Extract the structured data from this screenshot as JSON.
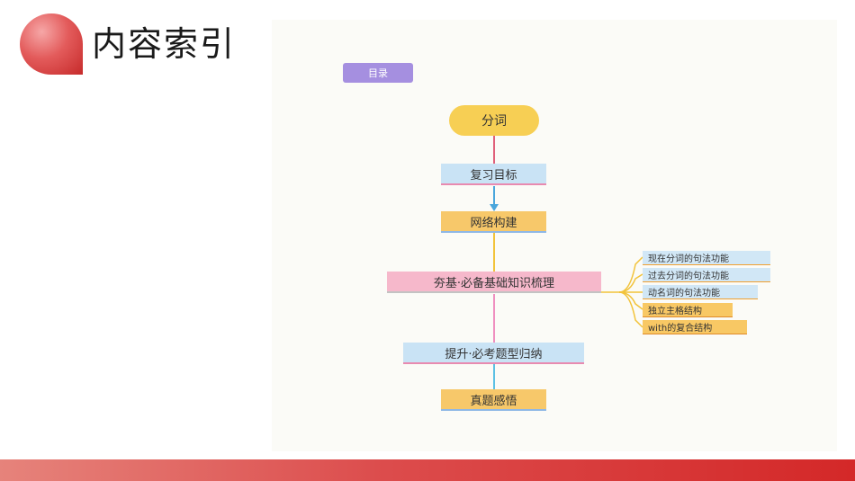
{
  "header": {
    "title": "内容索引"
  },
  "diagram": {
    "toc_label": "目录",
    "root": "分词",
    "steps": [
      "复习目标",
      "网络构建",
      "夯基·必备基础知识梳理",
      "提升·必考题型归纳",
      "真题感悟"
    ],
    "branches": [
      "现在分词的句法功能",
      "过去分词的句法功能",
      "动名词的句法功能",
      "独立主格结构",
      "with的复合结构"
    ]
  },
  "colors": {
    "accent_red": "#d42828",
    "root_yellow": "#f7cf54",
    "toc_purple": "#a58fe0"
  }
}
